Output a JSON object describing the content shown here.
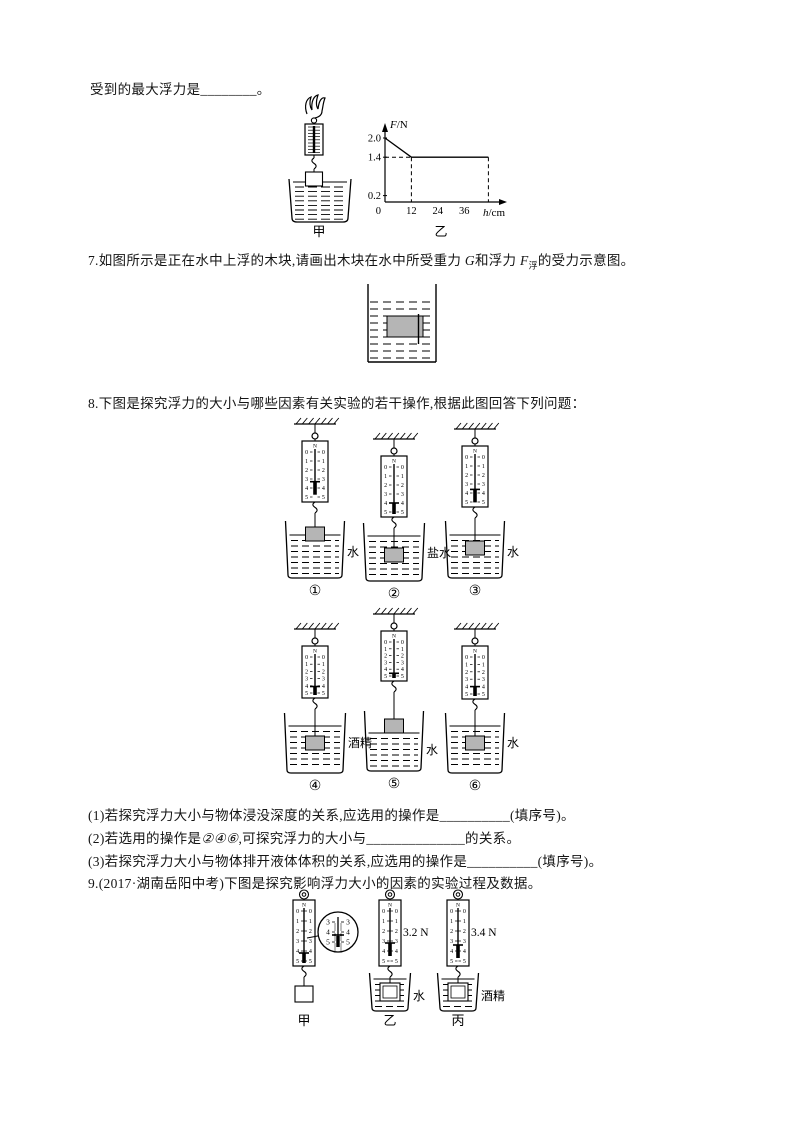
{
  "page": {
    "background": "#ffffff",
    "ink": "#141414"
  },
  "intro_line": "受到的最大浮力是________。",
  "fig_q6": {
    "left_label": "甲",
    "right_label": "乙"
  },
  "chart_data": {
    "type": "line",
    "title": "",
    "xlabel": "h/cm",
    "ylabel": "F/N",
    "x_ticks": [
      12,
      24,
      36
    ],
    "origin_label": "0",
    "y_ticks": [
      2.0,
      1.4,
      0.2
    ],
    "y_tick_labels": [
      "2.0",
      "1.4",
      "0.2"
    ],
    "points": [
      [
        0,
        2.0
      ],
      [
        12,
        1.4
      ],
      [
        47,
        1.4
      ]
    ],
    "dashed_vertical_x": [
      12,
      47
    ],
    "dashed_horizontal": [
      [
        0,
        12,
        1.4
      ]
    ],
    "xlim": [
      0,
      50
    ],
    "ylim": [
      0,
      2.4
    ],
    "grid": false,
    "legend": "none"
  },
  "q7": {
    "a": "7.如图所示是正在水中上浮的木块,请画出木块在水中所受重力 ",
    "g": "G",
    "b": "和浮力 ",
    "f": "F",
    "fsub": "浮",
    "c": "的受力示意图。"
  },
  "q8": {
    "text": "8.下图是探究浮力的大小与哪些因素有关实验的若干操作,根据此图回答下列问题："
  },
  "scale": {
    "unit": "N",
    "numbers": [
      "0",
      "1",
      "2",
      "3",
      "4",
      "5"
    ]
  },
  "experiments": [
    {
      "num": "①",
      "liquid": "水"
    },
    {
      "num": "②",
      "liquid": "盐水"
    },
    {
      "num": "③",
      "liquid": "水"
    },
    {
      "num": "④",
      "liquid": "酒精"
    },
    {
      "num": "⑤",
      "liquid": "水"
    },
    {
      "num": "⑥",
      "liquid": "水"
    }
  ],
  "q8_subs": {
    "s1": "(1)若探究浮力大小与物体浸没深度的关系,应选用的操作是__________(填序号)。",
    "s2a": "(2)若选用的操作是",
    "s2b": "②④⑥",
    "s2c": ",可探究浮力的大小与______________的关系。",
    "s3": "(3)若探究浮力大小与物体排开液体体积的关系,应选用的操作是__________(填序号)。"
  },
  "q9": {
    "text": "9.(2017·湖南岳阳中考)下图是探究影响浮力大小的因素的实验过程及数据。"
  },
  "q9_items": [
    {
      "label": "甲",
      "magnifier_numbers": [
        "3",
        "4",
        "5"
      ]
    },
    {
      "label": "乙",
      "reading": "3.2 N",
      "liquid": "水"
    },
    {
      "label": "丙",
      "reading": "3.4 N",
      "liquid": "酒精"
    }
  ]
}
